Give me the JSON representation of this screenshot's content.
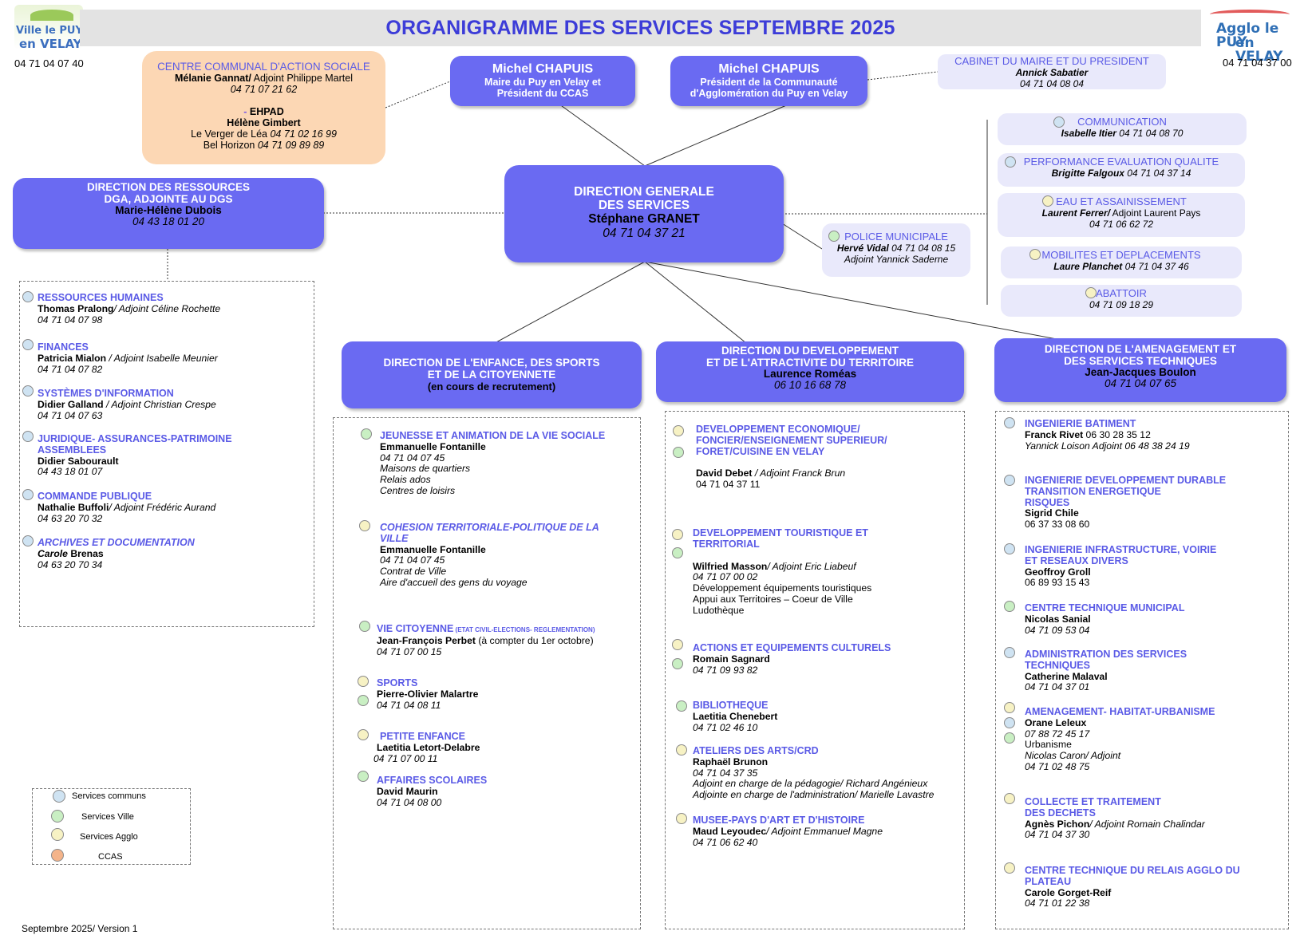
{
  "colors": {
    "title": "#3c3cd8",
    "box": "#6a6af2",
    "label": "#5a5ae6",
    "ccas_bg": "#fcd7b4",
    "lav_bg": "#e9e9fb"
  },
  "header": {
    "title": "ORGANIGRAMME DES SERVICES SEPTEMBRE 2025",
    "logo_left": {
      "l1": "Ville le PUY",
      "l2": "en VELAY"
    },
    "logo_right": {
      "l1": "Agglo le PUY",
      "l2": "en VELAY"
    },
    "phone_left": "04 71 04 07 40",
    "phone_right": "04 71 04 37 00"
  },
  "ccas": {
    "title": "CENTRE COMMUNAL D'ACTION SOCIALE",
    "head_bold": "Mélanie Gannat/",
    "head_rest": " Adjoint Philippe  Martel",
    "phone": "04 71 07 21 62",
    "ehpad_dash": "- ",
    "ehpad": "EHPAD",
    "ehpad_head": "Hélène Gimbert",
    "l1_a": "Le Verger de Léa ",
    "l1_b": "04 71 02 16 99",
    "l2_a": "Bel Horizon ",
    "l2_b": "04 71 09 89 89"
  },
  "maire": {
    "name": "Michel CHAPUIS",
    "l1": "Maire du Puy en Velay et",
    "l2": "Président du CCAS"
  },
  "president": {
    "name": "Michel CHAPUIS",
    "l1": "Président de la Communauté",
    "l2": "d'Agglomération du Puy en Velay"
  },
  "cabinet": {
    "title": "CABINET DU MAIRE ET DU PRESIDENT",
    "head": "Annick Sabatier",
    "phone": "04 71 04 08 04"
  },
  "dgs": {
    "l1": "DIRECTION GENERALE",
    "l2": "DES SERVICES",
    "head": "Stéphane GRANET",
    "phone": "04 71 04 37 21"
  },
  "dga": {
    "l1": "DIRECTION DES RESSOURCES",
    "l2": "DGA, ADJOINTE AU DGS",
    "head": "Marie-Hélène Dubois",
    "phone": "04 43 18 01 20"
  },
  "right_services": [
    {
      "title": "COMMUNICATION",
      "head": "Isabelle Itier",
      "rest": "  04 71 04 08 70"
    },
    {
      "title": "PERFORMANCE EVALUATION QUALITE",
      "head": "Brigitte Falgoux",
      "rest": " 04 71 04 37 14"
    },
    {
      "title": "EAU ET ASSAINISSEMENT",
      "head": "Laurent Ferrer/",
      "rest": " Adjoint Laurent Pays",
      "phone": "04 71 06 62 72"
    },
    {
      "title": "MOBILITES ET DEPLACEMENTS",
      "head": "Laure Planchet",
      "rest": "  04 71 04 37 46"
    },
    {
      "title": "ABATTOIR",
      "phone": "04 71 09 18 29"
    }
  ],
  "police": {
    "title": "POLICE MUNICIPALE",
    "head": "Hervé Vidal",
    "rest": " 04 71 04 08 15",
    "l2": "Adjoint Yannick Saderne"
  },
  "ressources": [
    {
      "title": "RESSOURCES HUMAINES",
      "head": "Thomas Pralong",
      "rest": "/ Adjoint Céline Rochette",
      "phone": "04 71 04 07 98"
    },
    {
      "title": "FINANCES",
      "head": "Patricia Mialon",
      "rest": " / Adjoint Isabelle Meunier",
      "phone": "04 71 04 07 82"
    },
    {
      "title": "SYSTÈMES D'INFORMATION",
      "head": "Didier Galland",
      "rest": " / Adjoint  Christian Crespe",
      "phone": "04 71 04 07 63"
    },
    {
      "title": "JURIDIQUE- ASSURANCES-PATRIMOINE",
      "title2": "ASSEMBLEES",
      "head": "Didier Sabourault",
      "phone": "04 43 18 01 07"
    },
    {
      "title": "COMMANDE PUBLIQUE",
      "head": "Nathalie Buffoli",
      "rest": "/ Adjoint Frédéric Aurand",
      "phone": "04 63 20 70 32"
    },
    {
      "title": "ARCHIVES ET DOCUMENTATION",
      "head_it": "Carole",
      "head": " Brenas",
      "phone": "04 63 20 70 34"
    }
  ],
  "dir_enfance": {
    "l1": "DIRECTION DE L'ENFANCE, DES SPORTS",
    "l2": "ET DE LA CITOYENNETE",
    "l3": "(en cours de recrutement)"
  },
  "enfance": [
    {
      "title": "JEUNESSE ET ANIMATION DE LA VIE SOCIALE",
      "head": "Emmanuelle Fontanille",
      "phone": "04 71 04 07 45",
      "extra": [
        "Maisons de quartiers",
        "Relais ados",
        "Centres de loisirs"
      ]
    },
    {
      "title": "COHESION TERRITORIALE-POLITIQUE DE LA",
      "title2": "VILLE",
      "head": "Emmanuelle Fontanille",
      "phone": "04 71 04 07 45",
      "extra": [
        "Contrat de Ville",
        "Aire d'accueil des gens du voyage"
      ]
    },
    {
      "title": "VIE CITOYENNE",
      "small": " (ETAT CIVIL-ELECTIONS- REGLEMENTATION)",
      "head": "Jean-François Perbet",
      "rest": " (à compter du 1er octobre)",
      "phone": "04 71 07 00 15"
    },
    {
      "title": "SPORTS",
      "head": "Pierre-Olivier Malartre",
      "phone": "04 71 04 08 11"
    },
    {
      "title": "PETITE ENFANCE",
      "head": "Laetitia Letort-Delabre",
      "phone": "04 71 07 00 11"
    },
    {
      "title": "AFFAIRES SCOLAIRES",
      "head": "David Maurin",
      "phone": "04 71 04 08 00"
    }
  ],
  "dir_dev": {
    "l1": "DIRECTION DU DEVELOPPEMENT",
    "l2": "ET DE L'ATTRACTIVITE DU TERRITOIRE",
    "head": "Laurence Roméas",
    "phone": "06 10 16 68 78"
  },
  "dev": [
    {
      "title": "DEVELOPPEMENT ECONOMIQUE/",
      "title2": "FONCIER/ENSEIGNEMENT SUPERIEUR/",
      "title3": "FORET/CUISINE EN VELAY",
      "head": "David Debet",
      "rest": " / Adjoint Franck Brun",
      "phone": "04 71 04 37 11"
    },
    {
      "title": "DEVELOPPEMENT TOURISTIQUE ET",
      "title2": "TERRITORIAL",
      "head": "Wilfried Masson",
      "rest": "/ Adjoint Eric Liabeuf",
      "phone": "04 71 07 00 02",
      "extra": [
        "Développement équipements touristiques",
        "Appui aux Territoires – Coeur de Ville",
        "Ludothèque"
      ]
    },
    {
      "title": "ACTIONS  ET EQUIPEMENTS CULTURELS",
      "head": "Romain Sagnard",
      "phone": "04 71 09 93 82"
    },
    {
      "title": "BIBLIOTHEQUE",
      "head": "Laetitia Chenebert",
      "phone": "04 71 02 46 10"
    },
    {
      "title": "ATELIERS DES ARTS/CRD",
      "head": "Raphaël Brunon",
      "phone": "04 71 04 37 35",
      "extra": [
        "Adjoint en charge de la pédagogie/ Richard Angénieux",
        "Adjointe en charge de l'administration/ Marielle Lavastre"
      ]
    },
    {
      "title": "MUSEE-PAYS D'ART ET D'HISTOIRE",
      "head": "Maud Leyoudec",
      "rest": "/ Adjoint Emmanuel Magne",
      "phone": "04 71 06 62 40"
    }
  ],
  "dir_amen": {
    "l1": "DIRECTION DE L'AMENAGEMENT ET",
    "l2": "DES SERVICES TECHNIQUES",
    "head": "Jean-Jacques Boulon",
    "phone": "04 71 04 07 65"
  },
  "amen": [
    {
      "title": "INGENIERIE BATIMENT",
      "head": "Franck Rivet",
      "rest": " 06 30 28 35 12",
      "l2": "Yannick Loison Adjoint 06 48 38 24 19"
    },
    {
      "title": "INGENIERIE DEVELOPPEMENT DURABLE",
      "title2": "TRANSITION ENERGETIQUE",
      "title3": "RISQUES",
      "head": "Sigrid Chile",
      "phone": "06 37 33 08 60"
    },
    {
      "title": "INGENIERIE INFRASTRUCTURE, VOIRIE",
      "title2": "ET RESEAUX DIVERS",
      "head": "Geoffroy Groll",
      "phone": "06 89 93 15 43"
    },
    {
      "title": "CENTRE TECHNIQUE MUNICIPAL",
      "head": "Nicolas Sanial",
      "phone": " 04 71 09 53 04"
    },
    {
      "title": "ADMINISTRATION DES SERVICES",
      "title2": "TECHNIQUES",
      "head": "Catherine Malaval",
      "phone": "04 71 04 37 01"
    },
    {
      "title": "AMENAGEMENT- HABITAT-URBANISME",
      "head": "Orane Leleux",
      "phone": "07 88 72 45 17",
      "l3": "Urbanisme",
      "l4": " Nicolas Caron/ Adjoint",
      "l5": "04 71 02 48 75"
    },
    {
      "title": "COLLECTE ET TRAITEMENT",
      "title2": "DES DECHETS",
      "head": "Agnès Pichon",
      "rest": "/ Adjoint Romain Chalindar",
      "phone": "04  71 04 37 30"
    },
    {
      "title": "CENTRE TECHNIQUE DU RELAIS AGGLO DU",
      "title2": "PLATEAU",
      "head": "Carole Gorget-Reif",
      "phone": "04  71 01 22 38"
    }
  ],
  "legend": [
    {
      "label": "Services communs",
      "color": "blue"
    },
    {
      "label": "Services Ville",
      "color": "green"
    },
    {
      "label": "Services Agglo",
      "color": "yellow"
    },
    {
      "label": "CCAS",
      "color": "orange"
    }
  ],
  "footer": "Septembre 2025/ Version 1"
}
